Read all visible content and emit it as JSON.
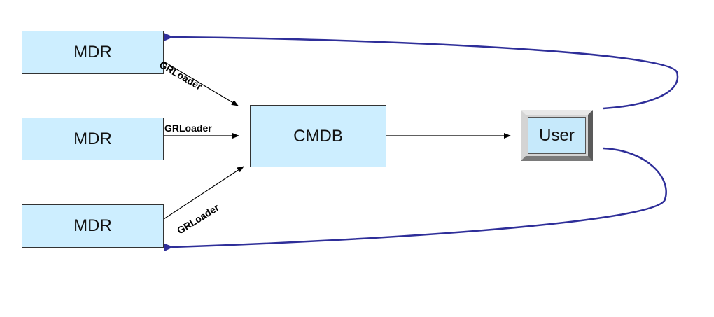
{
  "nodes": {
    "mdr_top": "MDR",
    "mdr_middle": "MDR",
    "mdr_bottom": "MDR",
    "cmdb": "CMDB",
    "user": "User"
  },
  "edges": {
    "loader_top": "GRLoader",
    "loader_middle": "GRLoader",
    "loader_bottom": "GRLoader"
  },
  "colors": {
    "box_fill": "#cdeeff",
    "feedback_arrow": "#2e2e99",
    "arrow": "#000000"
  }
}
